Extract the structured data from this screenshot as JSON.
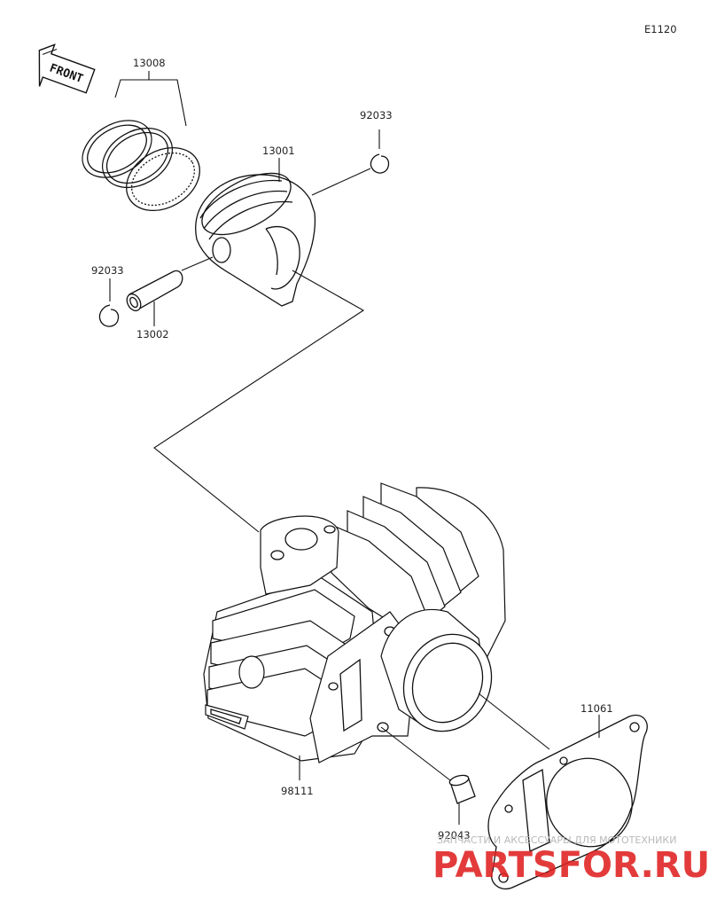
{
  "diagram_code": "E1120",
  "front_label": "FRONT",
  "parts": [
    {
      "number": "13008"
    },
    {
      "number": "13001"
    },
    {
      "number": "92033"
    },
    {
      "number": "92033"
    },
    {
      "number": "13002"
    },
    {
      "number": "11061"
    },
    {
      "number": "98111"
    },
    {
      "number": "92043"
    }
  ],
  "watermark": {
    "tagline": "ЗАПЧАСТИ И АКСЕССУАРЫ ДЛЯ МОТОТЕХНИКИ",
    "brand": "PARTSFOR.RU",
    "brand_color": "#e02020"
  }
}
